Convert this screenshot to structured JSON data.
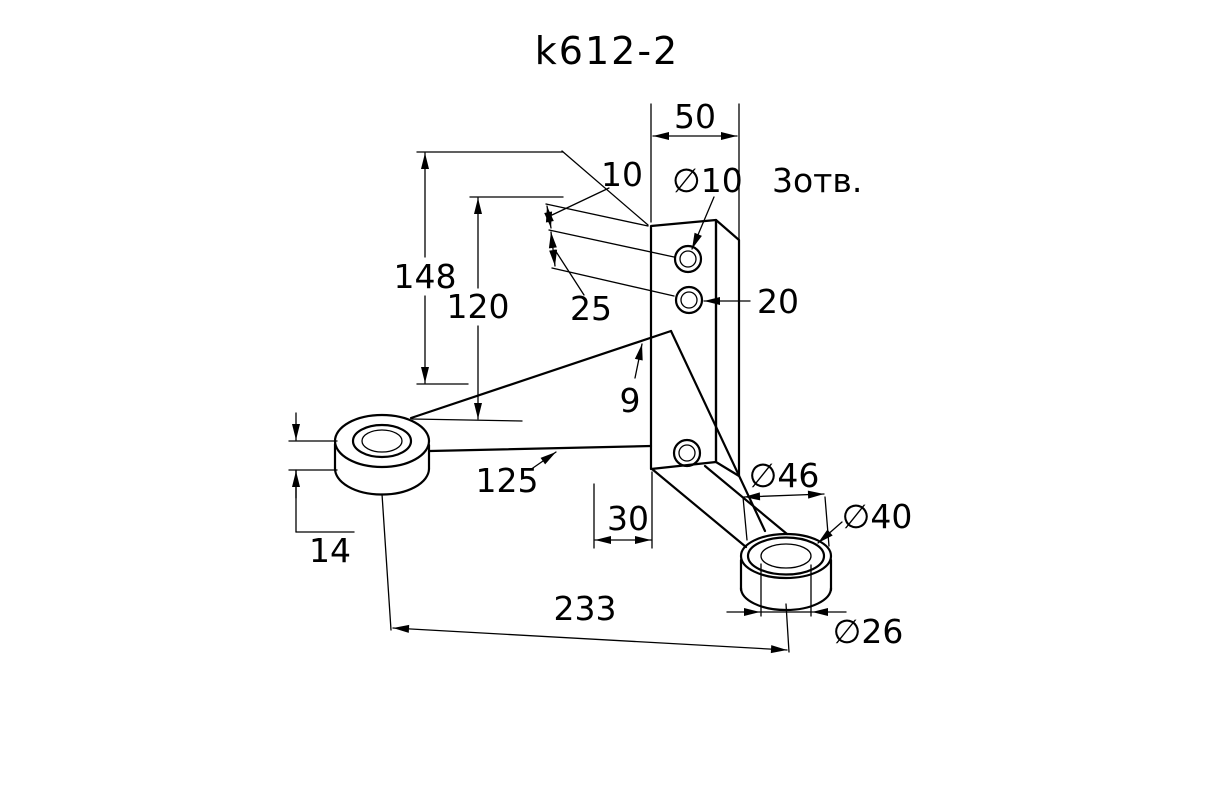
{
  "title": "k612-2",
  "labels": {
    "dim_50": "50",
    "dia_10": "∅10",
    "holes_note": "3отв.",
    "dim_10": "10",
    "dim_148": "148",
    "dim_120": "120",
    "dim_25": "25",
    "dim_20": "20",
    "dim_9": "9",
    "dim_125": "125",
    "dim_30": "30",
    "dim_14": "14",
    "dim_233": "233",
    "dia_46": "∅46",
    "dia_40": "∅40",
    "dia_26": "∅26"
  },
  "style": {
    "line_color": "#000000",
    "background": "#ffffff"
  }
}
